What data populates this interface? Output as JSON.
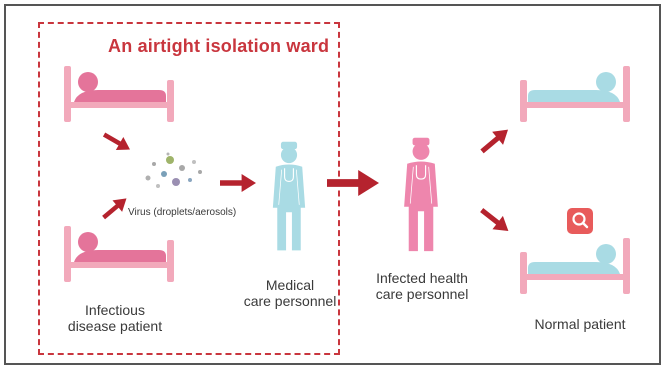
{
  "ward": {
    "title": "An airtight isolation ward"
  },
  "labels": {
    "virus": "Virus (droplets/aerosols)",
    "infectious_patient_line1": "Infectious",
    "infectious_patient_line2": "disease patient",
    "medical_line1": "Medical",
    "medical_line2": "care personnel",
    "infected_line1": "Infected health",
    "infected_line2": "care personnel",
    "normal_patient": "Normal patient"
  },
  "colors": {
    "border_red": "#c9363e",
    "arrow_red": "#b5232e",
    "bed_pink": "#f2a9bb",
    "patient_pink": "#e4749a",
    "light_blue": "#a9dbe4",
    "infected_pink": "#ee86ad",
    "search_badge": "#e85b5b"
  }
}
